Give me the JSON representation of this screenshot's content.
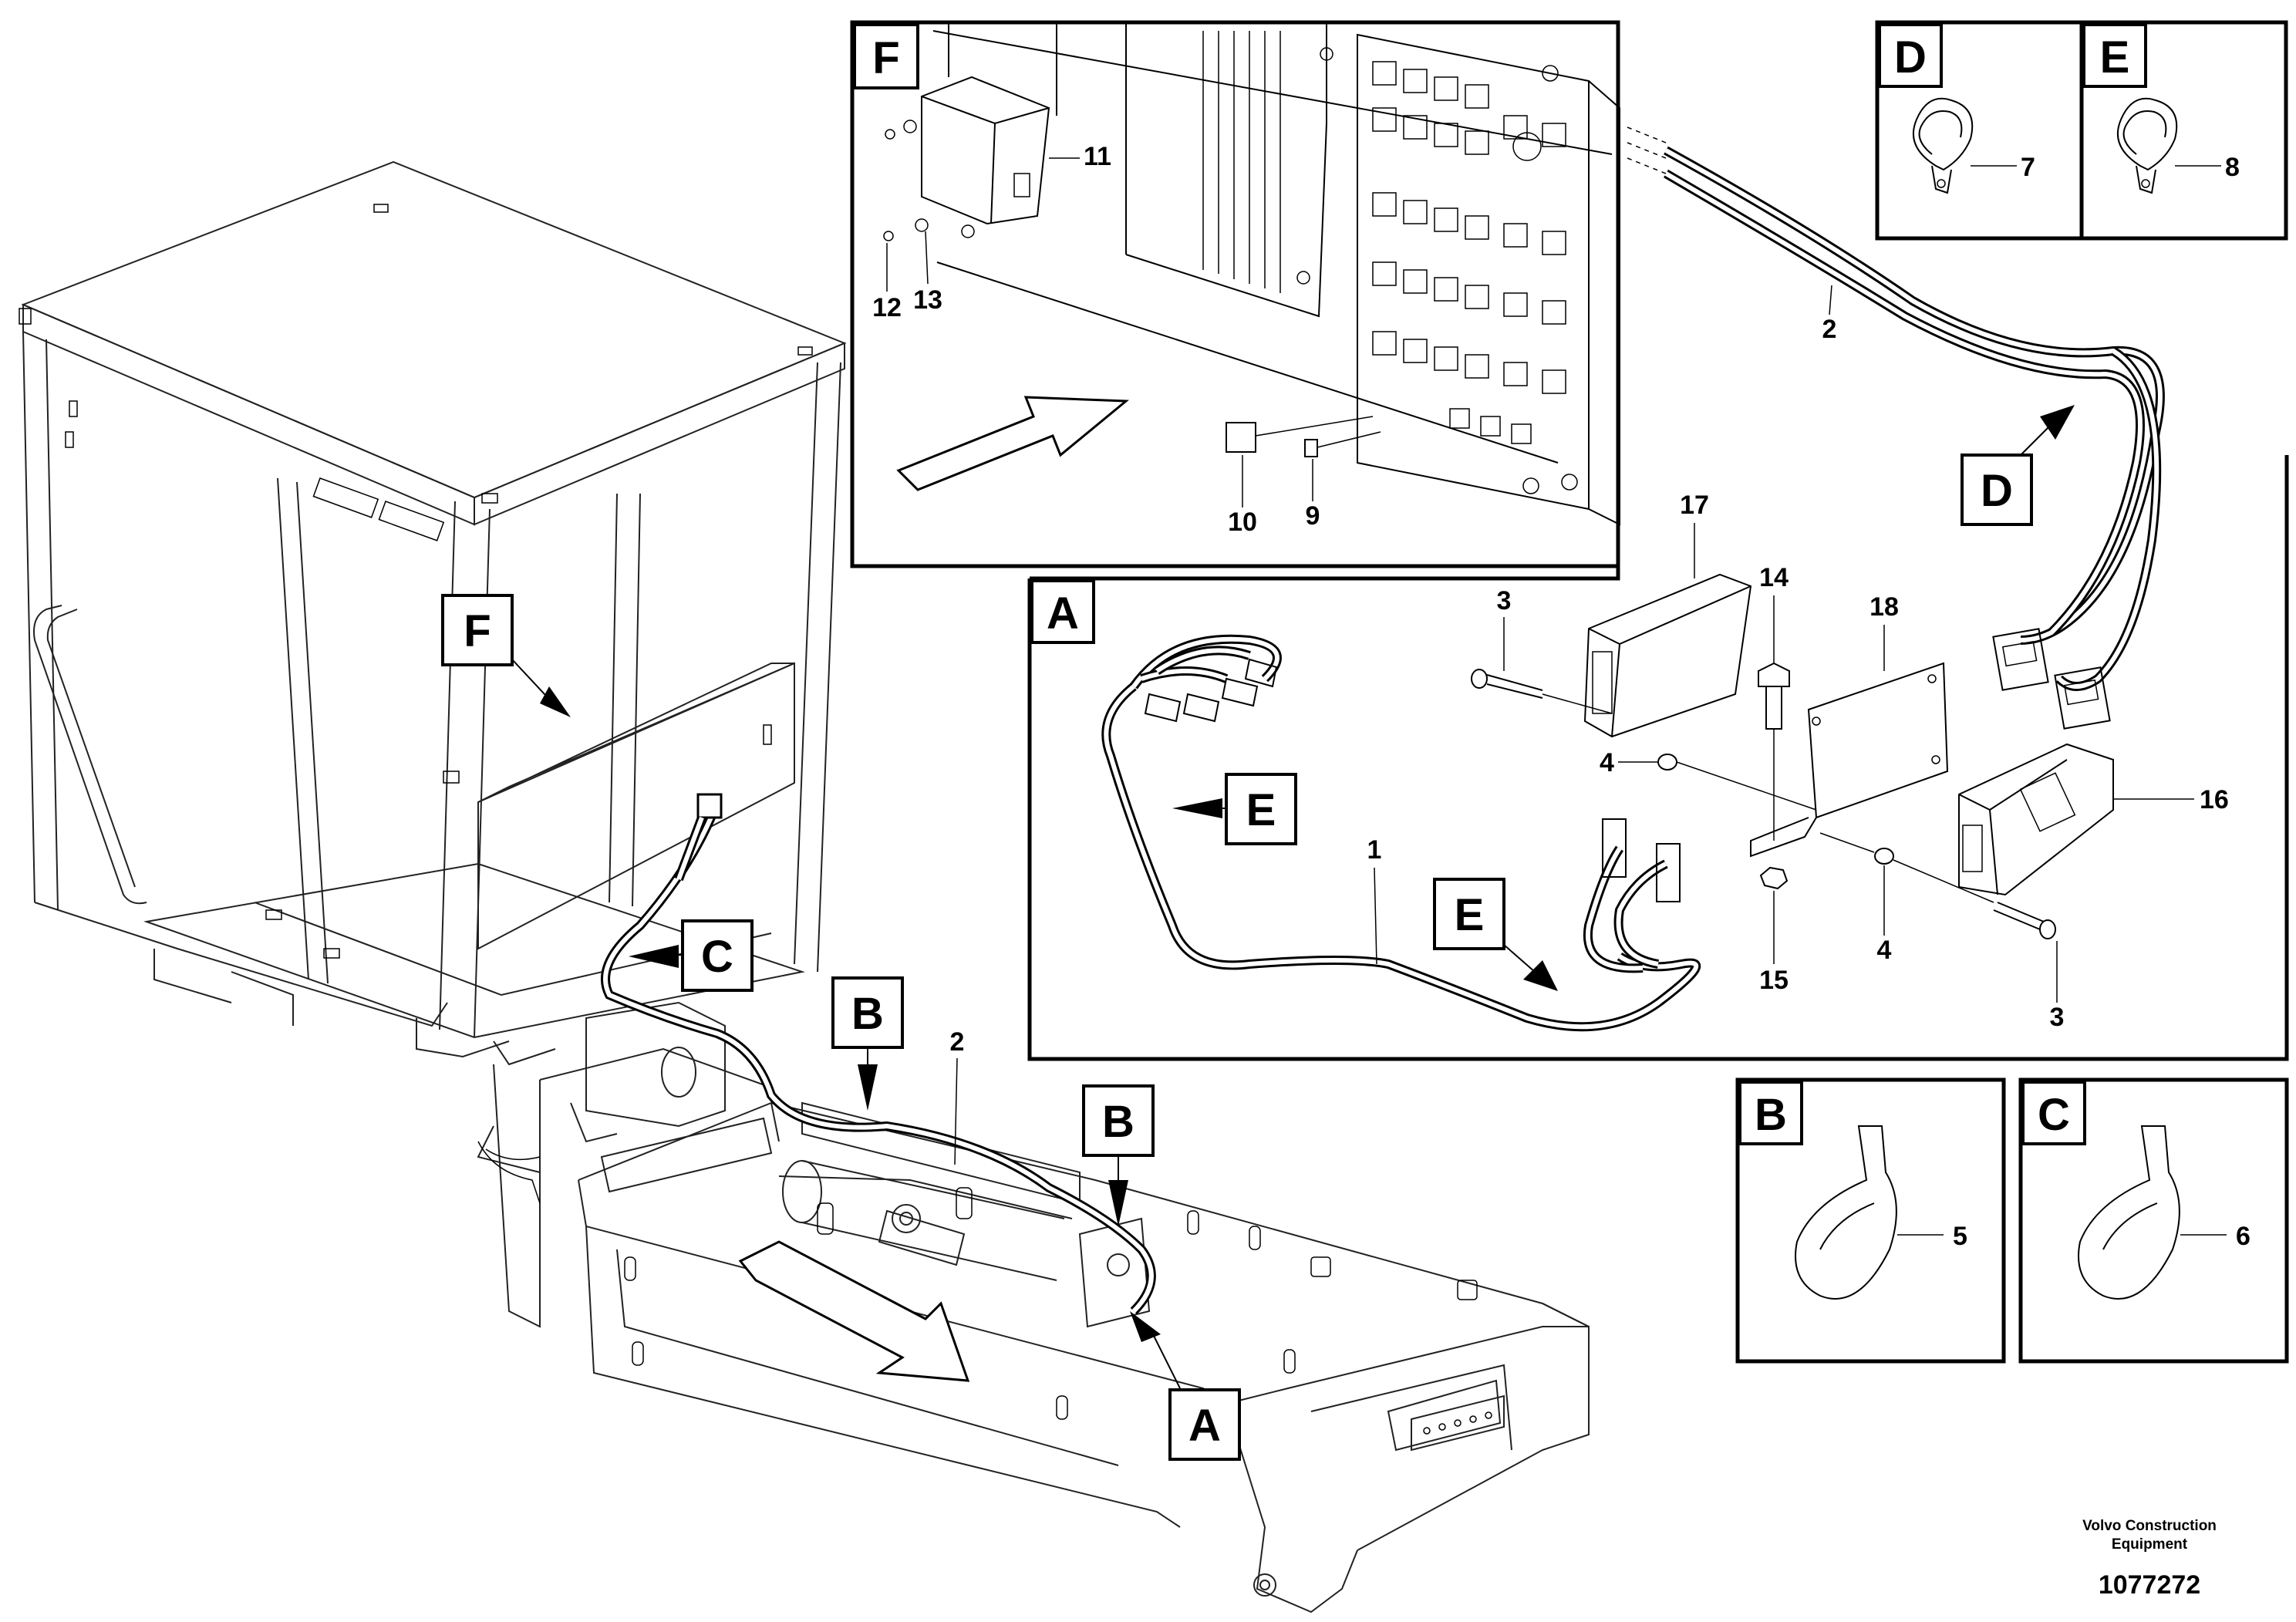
{
  "callouts": {
    "A": "A",
    "B": "B",
    "C": "C",
    "D": "D",
    "E": "E",
    "F": "F"
  },
  "parts": {
    "p1": "1",
    "p2": "2",
    "p3": "3",
    "p4": "4",
    "p5": "5",
    "p6": "6",
    "p7": "7",
    "p8": "8",
    "p9": "9",
    "p10": "10",
    "p11": "11",
    "p12": "12",
    "p13": "13",
    "p14": "14",
    "p15": "15",
    "p16": "16",
    "p17": "17",
    "p18": "18"
  },
  "footer": {
    "brand_line1": "Volvo Construction",
    "brand_line2": "Equipment",
    "drawing_number": "1077272"
  }
}
